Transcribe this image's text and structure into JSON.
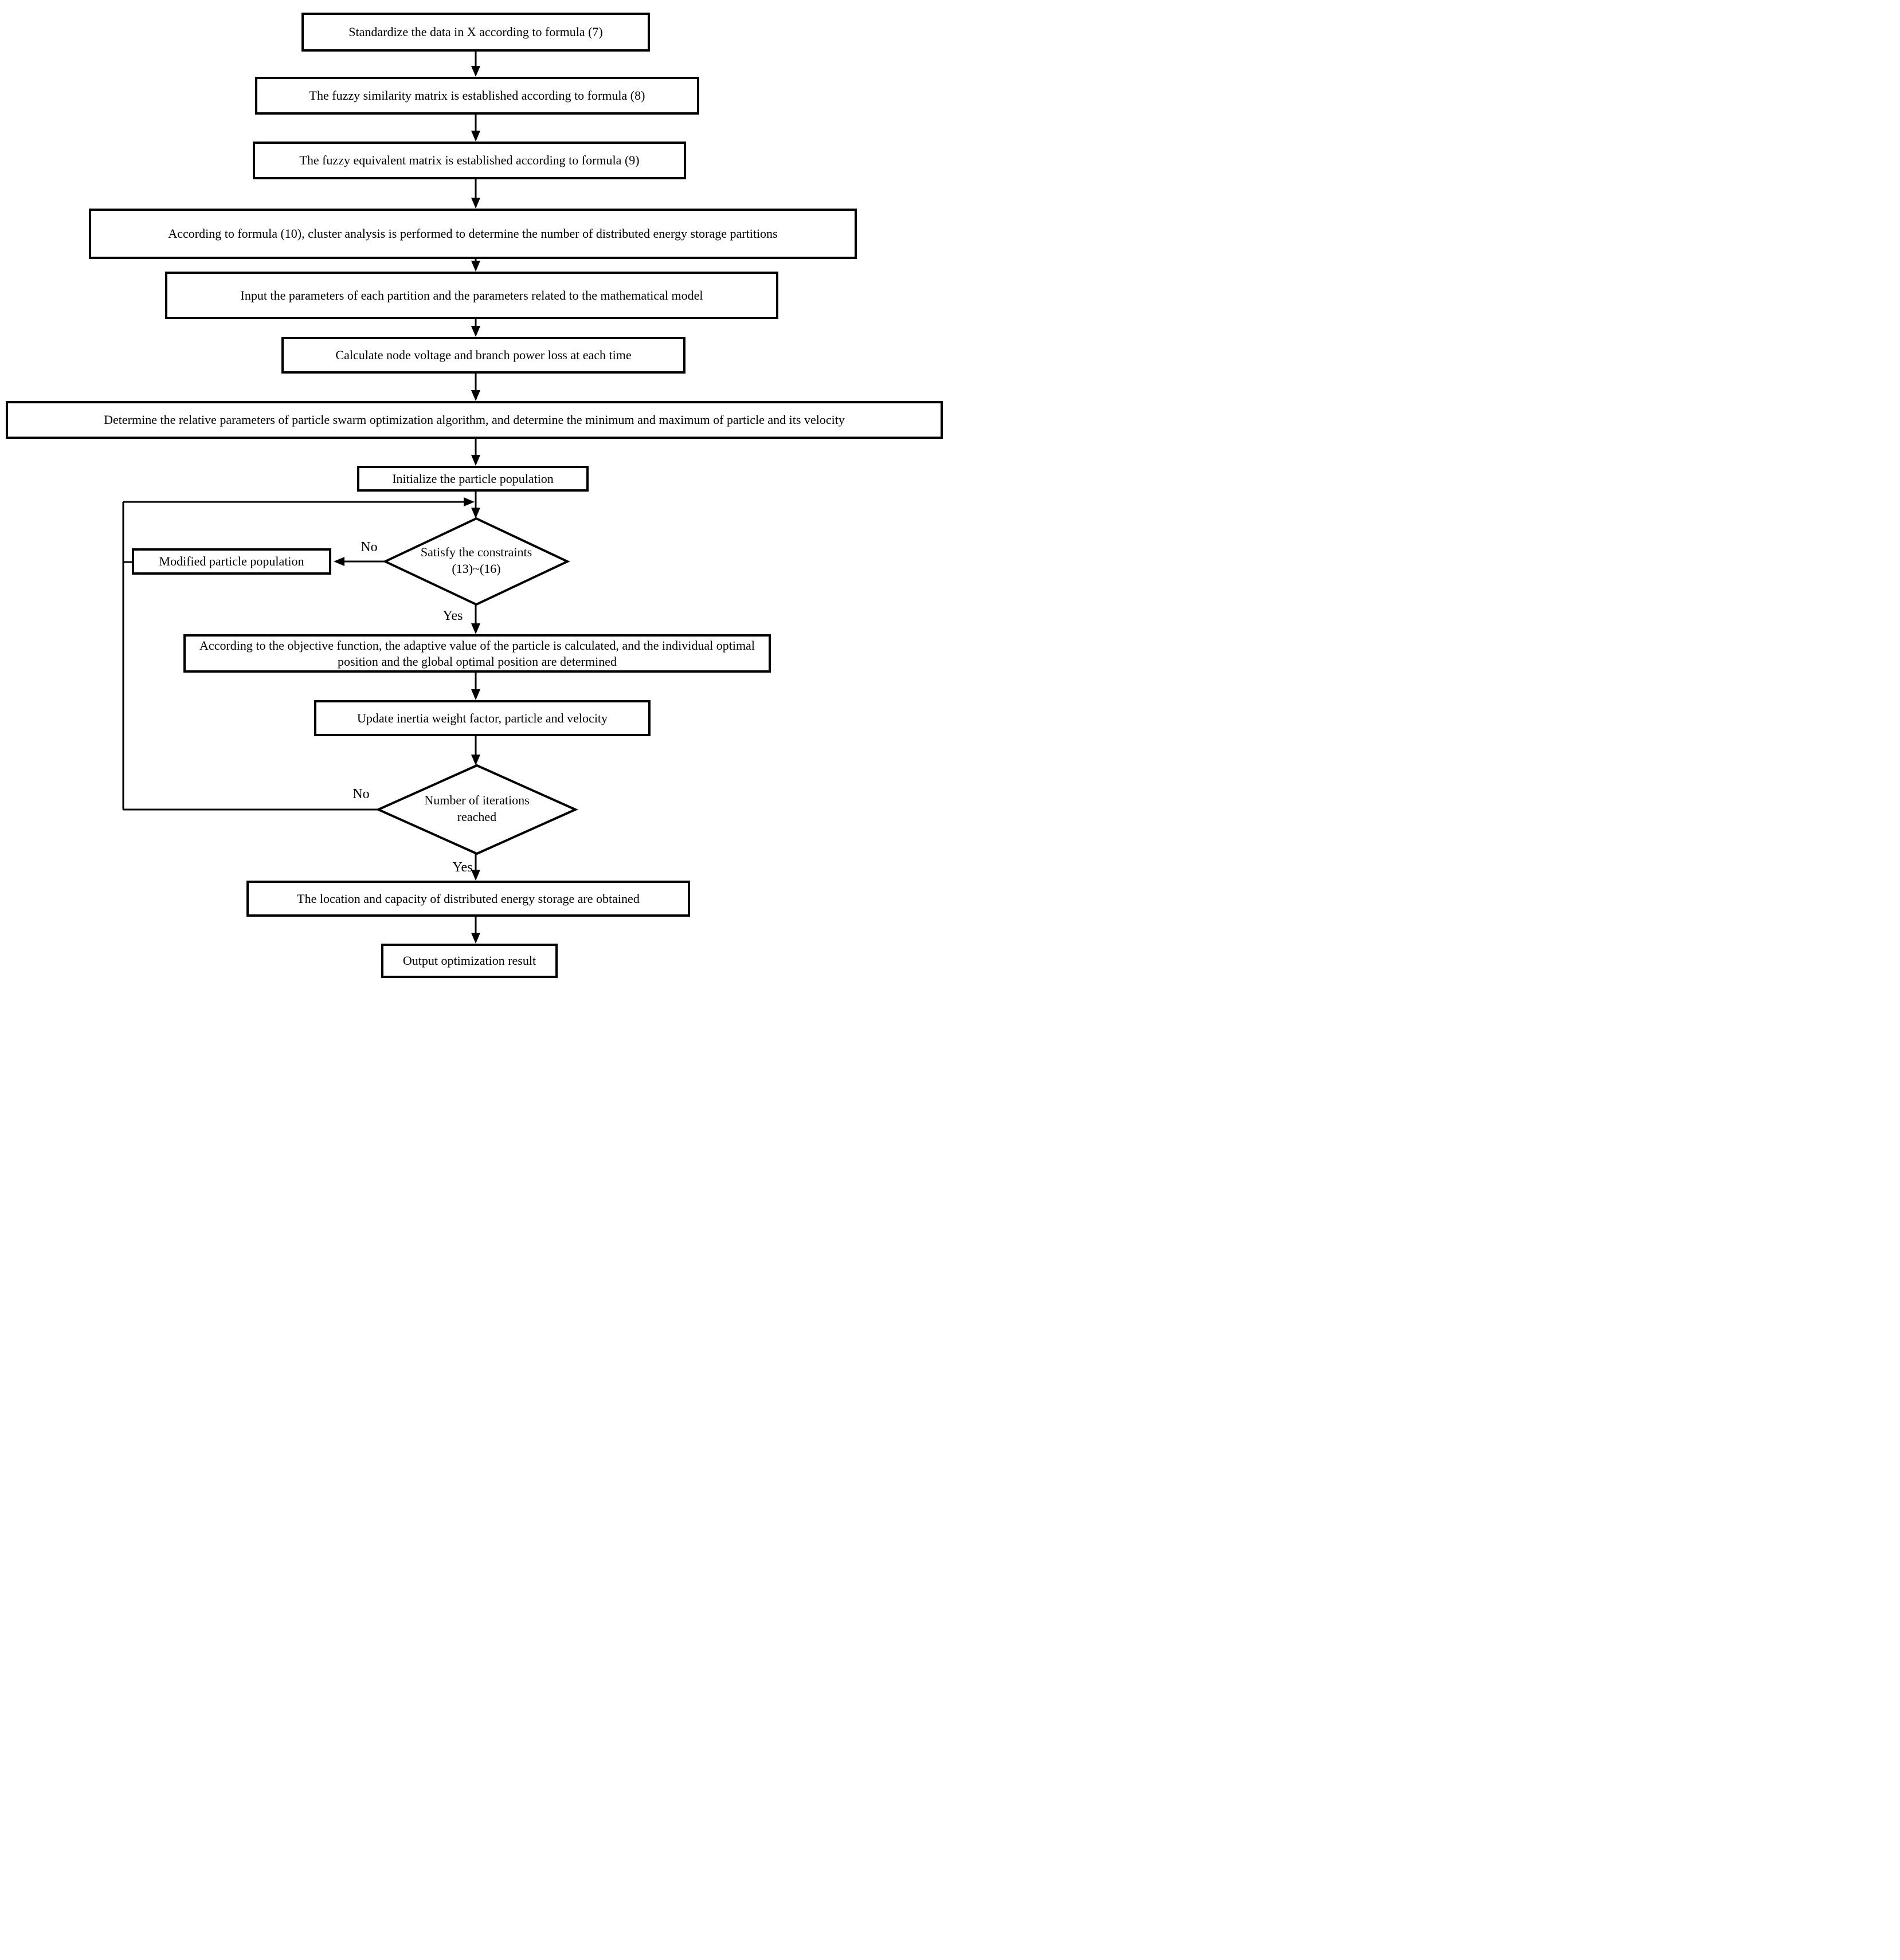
{
  "figure": {
    "type": "flowchart",
    "colors": {
      "line": "#000000",
      "background": "#ffffff",
      "text": "#000000"
    },
    "boxes": {
      "standardize": "Standardize the data in X according to formula (7)",
      "fuzzy_similarity": "The fuzzy similarity matrix is established according to formula (8)",
      "fuzzy_equivalent": "The fuzzy equivalent matrix is established according to formula (9)",
      "cluster_analysis": "According to formula (10), cluster analysis is performed to determine the number of distributed energy storage partitions",
      "input_parameters": "Input the parameters of each partition and the parameters related to the mathematical model",
      "calculate_node_voltage": "Calculate node voltage and branch power loss at each time",
      "determine_pso_parameters": "Determine the relative parameters of particle swarm optimization algorithm, and determine the minimum and maximum of particle and its velocity",
      "initialize_population": "Initialize the particle population",
      "modified_population": "Modified particle population",
      "objective_function": "According to the objective function, the adaptive value of the particle is calculated, and the individual optimal position and the global optimal position are determined",
      "update_inertia": "Update inertia weight factor, particle and velocity",
      "location_capacity": "The location and capacity of distributed energy storage are obtained",
      "output_result": "Output optimization result"
    },
    "decisions": {
      "constraints": {
        "line1": "Satisfy the constraints",
        "line2": "(13)~(16)"
      },
      "iterations": {
        "line1": "Number of iterations",
        "line2": "reached"
      }
    },
    "edge_labels": {
      "no_constraints": "No",
      "yes_constraints": "Yes",
      "no_iterations": "No",
      "yes_iterations": "Yes"
    }
  }
}
